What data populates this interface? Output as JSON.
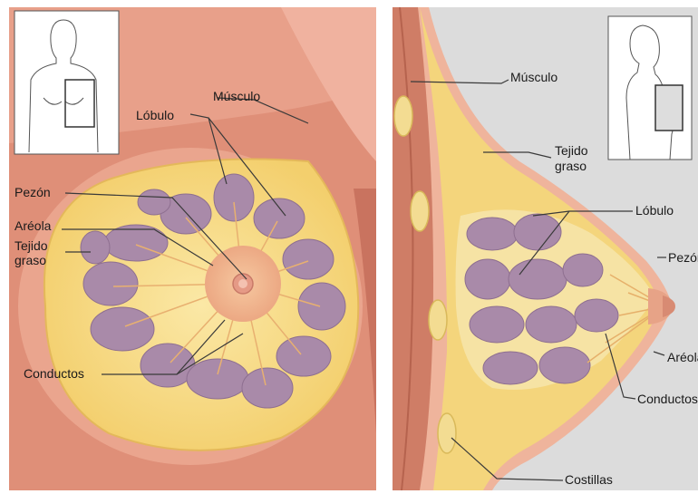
{
  "left_panel": {
    "labels": {
      "musculo": "Músculo",
      "lobulo": "Lóbulo",
      "pezon": "Pezón",
      "areola": "Aréola",
      "tejido_1": "Tejido",
      "tejido_2": "graso",
      "conductos": "Conductos"
    }
  },
  "right_panel": {
    "labels": {
      "musculo": "Músculo",
      "tejido_1": "Tejido",
      "tejido_2": "graso",
      "lobulo": "Lóbulo",
      "pezon": "Pezón",
      "areola": "Aréola",
      "conductos": "Conductos",
      "costillas": "Costillas"
    }
  },
  "colors": {
    "skin": "#e8a08a",
    "muscle": "#d9826f",
    "fat": "#f7dd86",
    "lobule": "#a78aa6",
    "areola": "#f0b88a",
    "background_right": "#dcdcdc"
  }
}
